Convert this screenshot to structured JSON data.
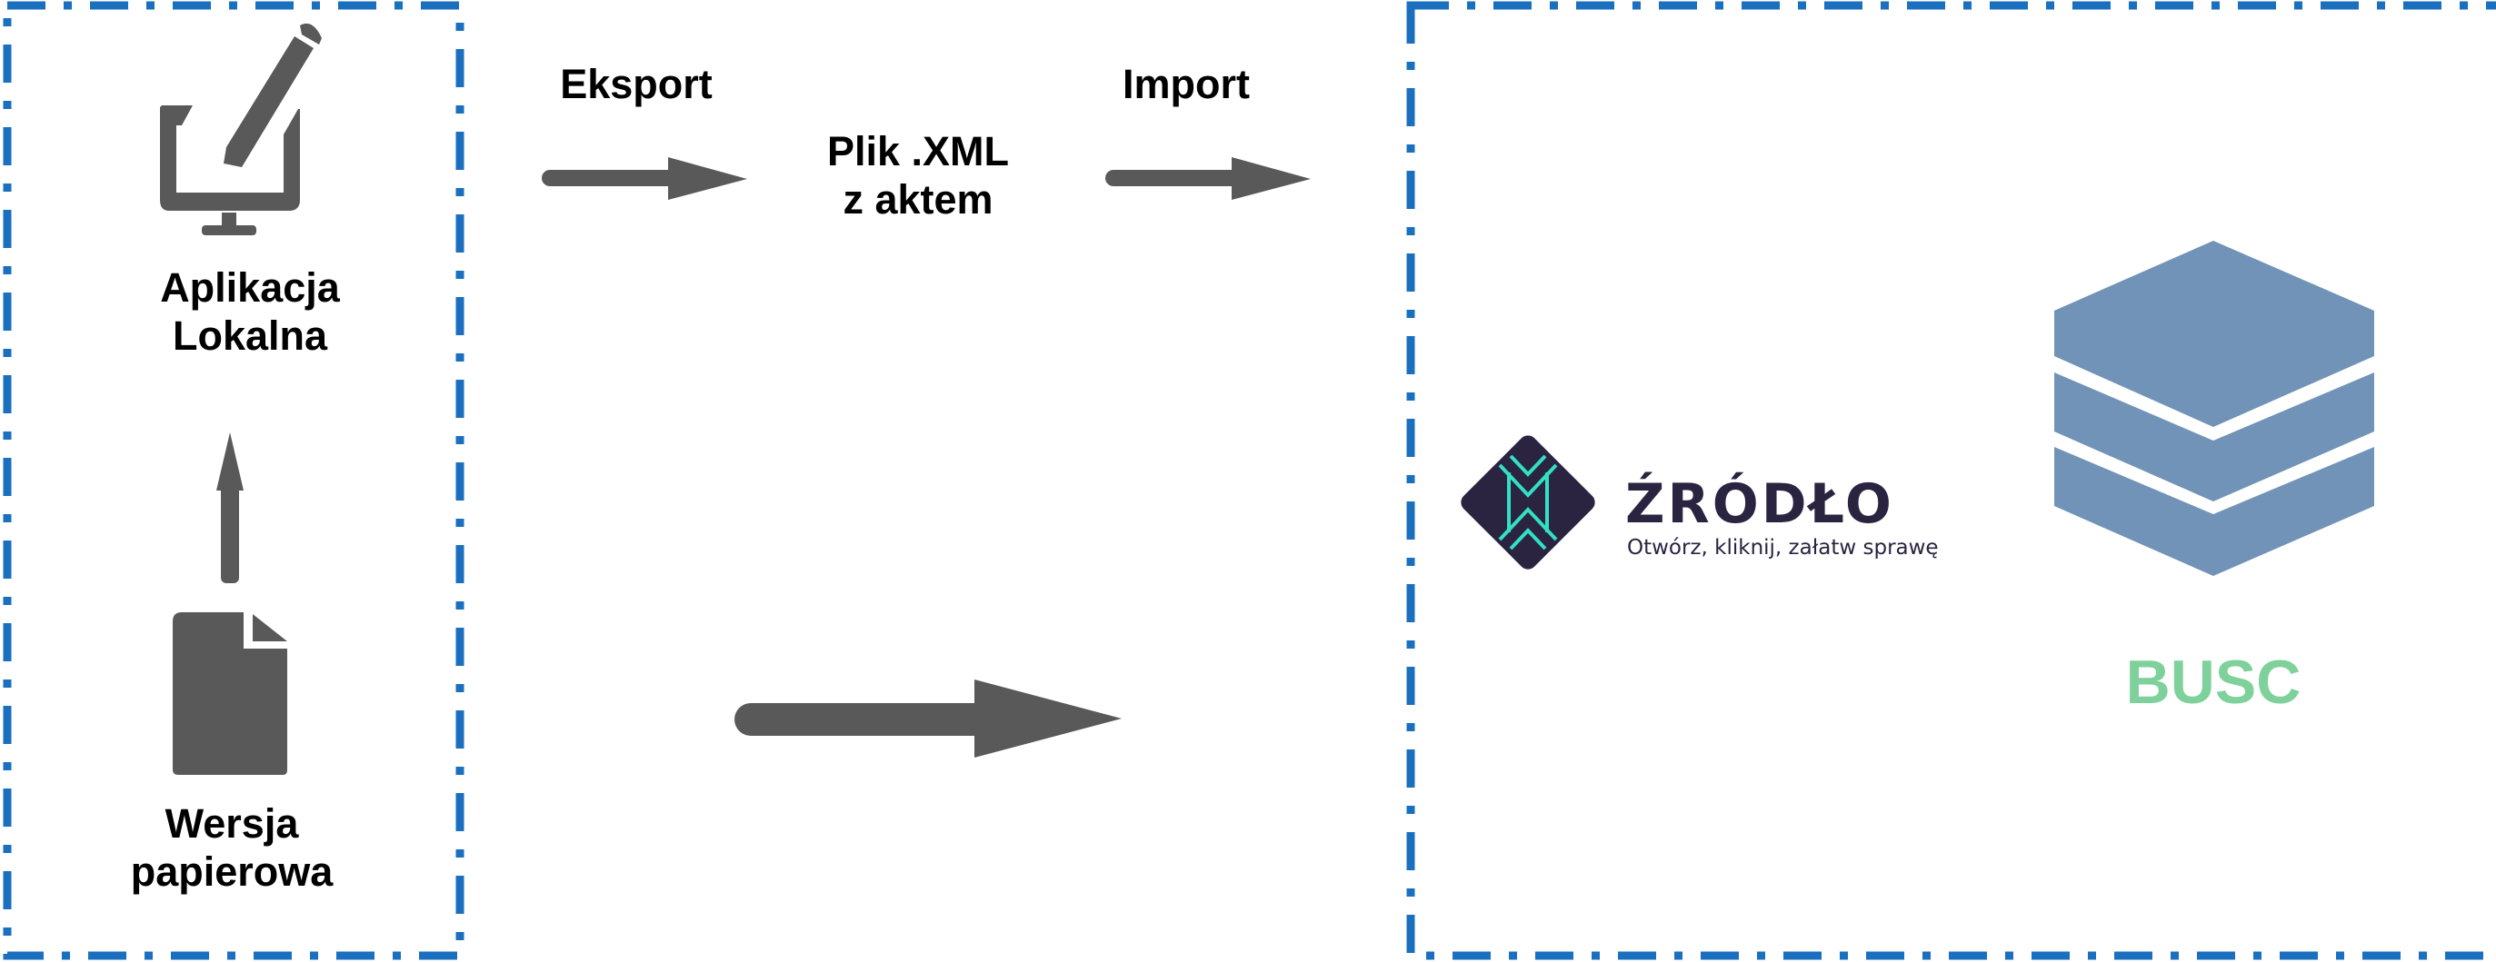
{
  "colors": {
    "frame": "#1a6fbf",
    "arrow": "#595959",
    "icon": "#595959",
    "brand_dark": "#2a2440",
    "brand_accent": "#33e0c4",
    "database": "#7193b8",
    "busc_text": "#7fd19b"
  },
  "nodes": {
    "local_app": {
      "line1": "Aplikacja",
      "line2": "Lokalna",
      "icon": "monitor-pen-icon"
    },
    "paper_version": {
      "line1": "Wersja",
      "line2": "papierowa",
      "icon": "document-icon"
    },
    "xml_file": {
      "line1": "Plik .XML",
      "line2": "z aktem"
    },
    "zrodlo": {
      "name": "ŹRÓDŁO",
      "tagline": "Otwórz, kliknij, załatw sprawę",
      "icon": "zrodlo-logo-icon"
    },
    "busc": {
      "label": "BUSC",
      "icon": "database-layers-icon"
    }
  },
  "edges": {
    "export_label": "Eksport",
    "import_label": "Import"
  }
}
